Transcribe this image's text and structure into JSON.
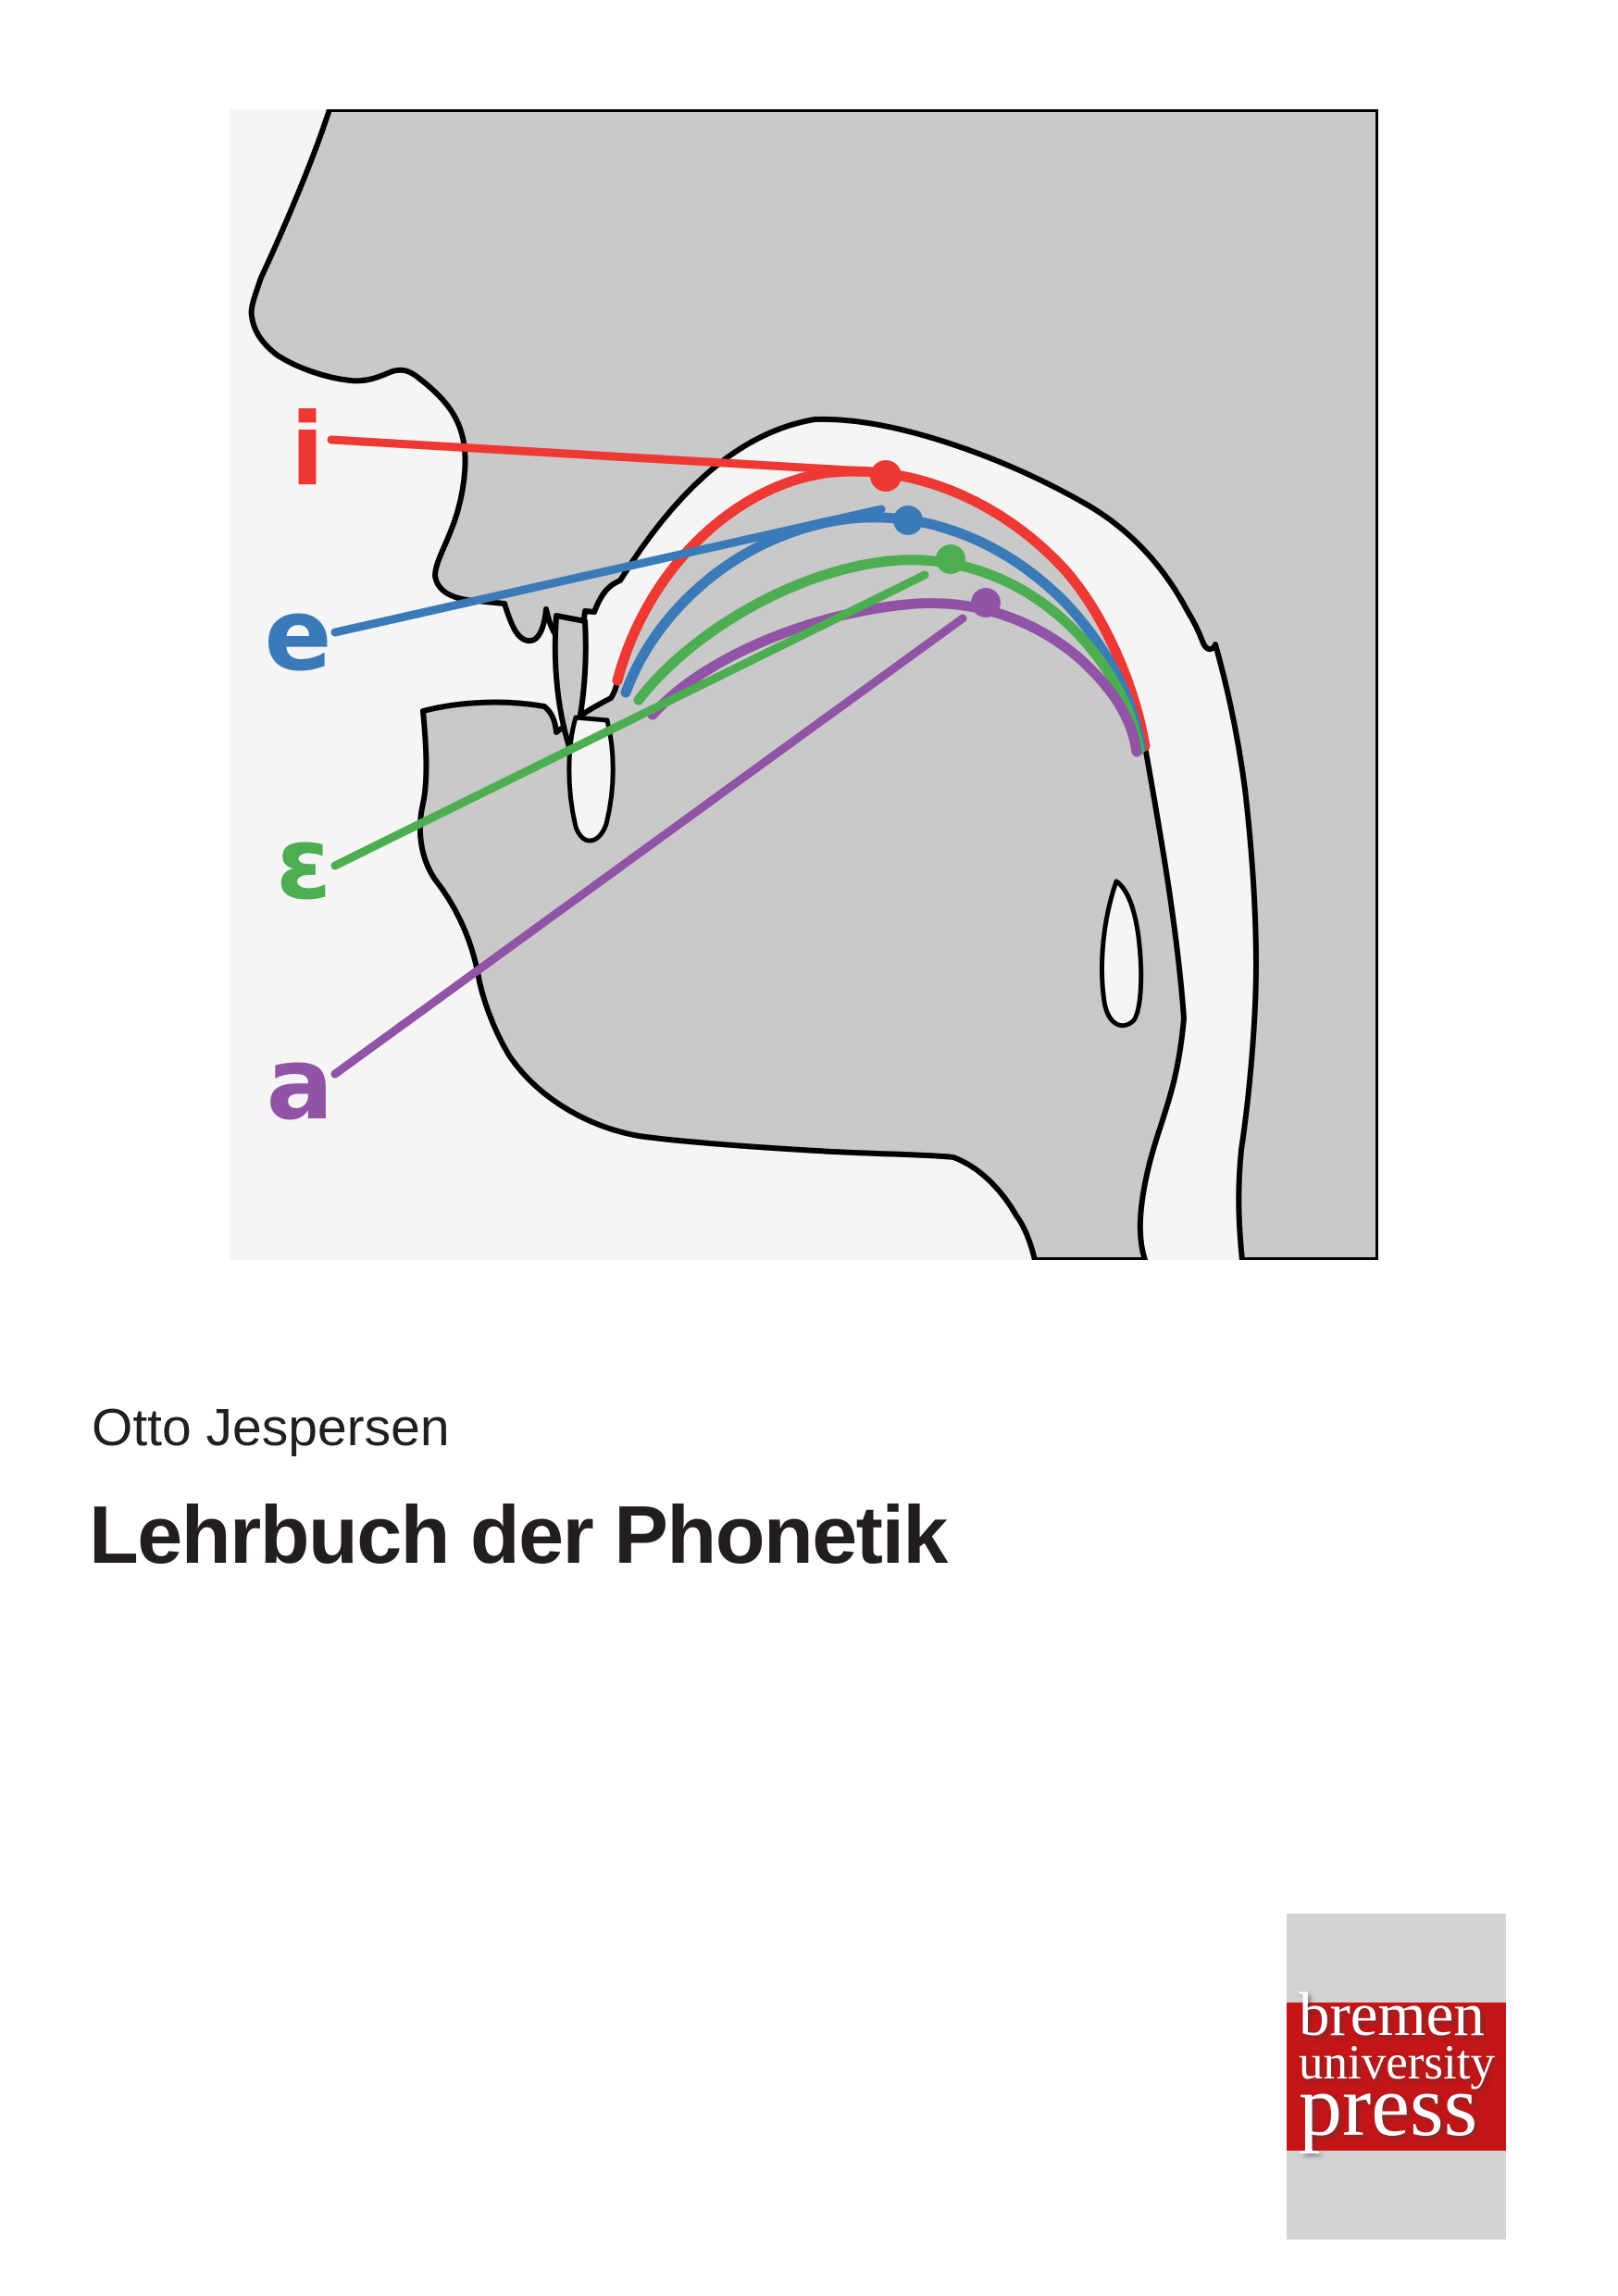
{
  "cover": {
    "author": "Otto Jespersen",
    "title": "Lehrbuch der Phonetik",
    "text_color": "#221e1f",
    "background": "#ffffff"
  },
  "figure": {
    "description": "sagittal head diagram with tongue positions for four front vowels",
    "background": "#f6f5f5",
    "head_fill": "#c9c9c9",
    "outline_color": "#000000",
    "vowels": [
      {
        "symbol": "i",
        "color": "#ee3833"
      },
      {
        "symbol": "e",
        "color": "#3b7ab9"
      },
      {
        "symbol": "ε",
        "color": "#4cae51"
      },
      {
        "symbol": "a",
        "color": "#9053a6"
      }
    ]
  },
  "logo": {
    "lines": [
      "bremen",
      "university",
      "press"
    ],
    "band_color": "#c41517",
    "box_color": "#d3d3d3",
    "text_color": "#ffffff"
  }
}
